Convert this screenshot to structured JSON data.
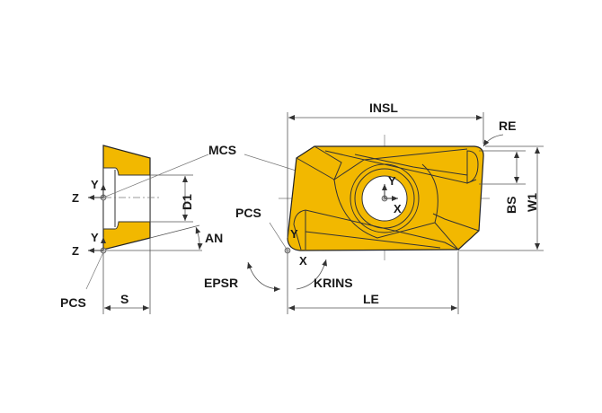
{
  "labels": {
    "insl": "INSL",
    "re": "RE",
    "mcs": "MCS",
    "pcs_right": "PCS",
    "pcs_left": "PCS",
    "bs": "BS",
    "w1": "W1",
    "d1": "D1",
    "an": "AN",
    "epsr": "EPSR",
    "krins": "KRINS",
    "le": "LE",
    "s": "S"
  },
  "axes": {
    "y_upper_left": "Y",
    "z_upper_left": "Z",
    "y_lower_left": "Y",
    "z_lower_left": "Z",
    "y_center": "Y",
    "x_center": "X",
    "y_corner": "Y",
    "x_corner": "X"
  },
  "colors": {
    "insert": "#f2b800",
    "line": "#555555"
  }
}
